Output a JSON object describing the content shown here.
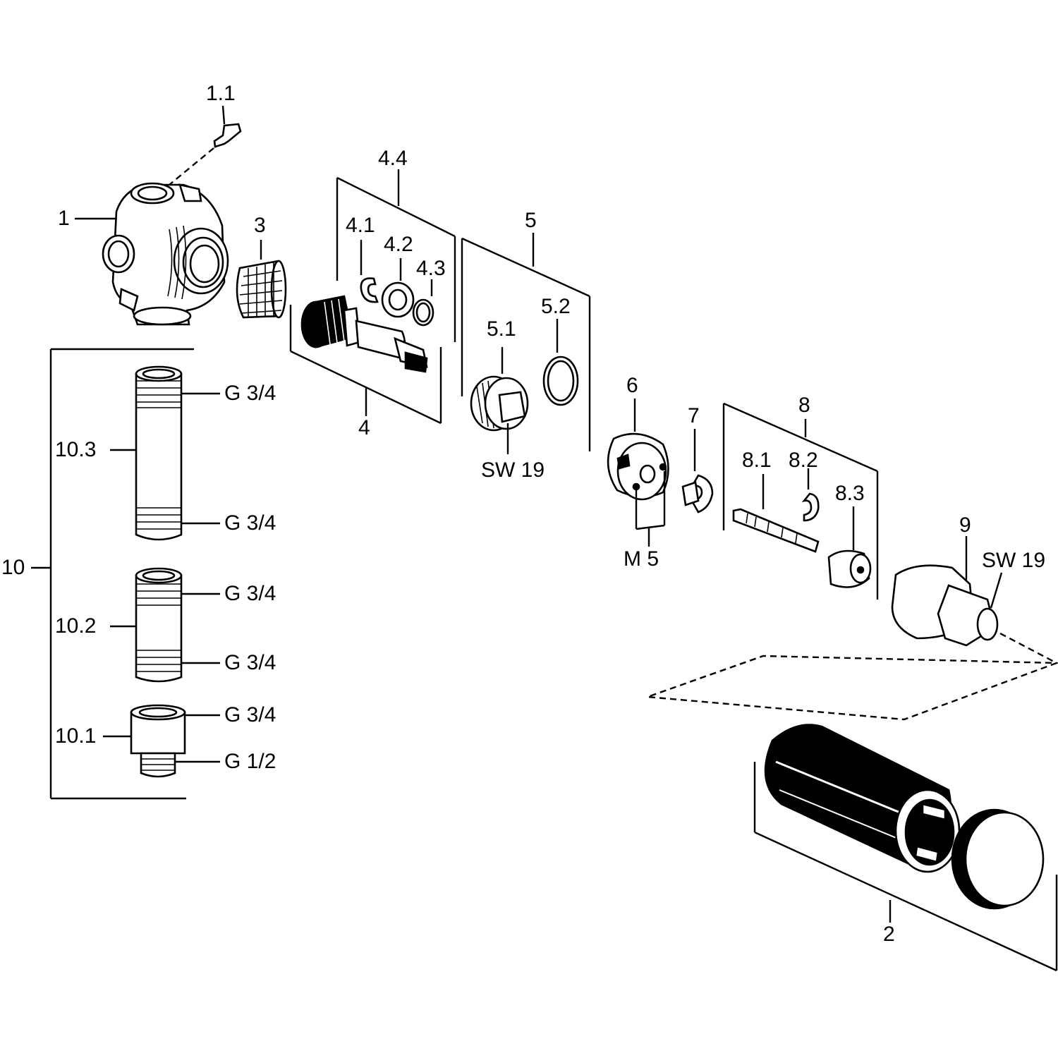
{
  "labels": {
    "l_1_1": "1.1",
    "l_1": "1",
    "l_3": "3",
    "l_4_4": "4.4",
    "l_4_1": "4.1",
    "l_4_2": "4.2",
    "l_4_3": "4.3",
    "l_4": "4",
    "l_5": "5",
    "l_5_1": "5.1",
    "l_5_2": "5.2",
    "l_sw19_a": "SW 19",
    "l_6": "6",
    "l_7": "7",
    "l_m5": "M 5",
    "l_8": "8",
    "l_8_1": "8.1",
    "l_8_2": "8.2",
    "l_8_3": "8.3",
    "l_9": "9",
    "l_sw19_b": "SW 19",
    "l_2": "2",
    "l_10": "10",
    "l_10_3": "10.3",
    "l_10_2": "10.2",
    "l_10_1": "10.1",
    "g_103_top": "G 3/4",
    "g_103_bot": "G 3/4",
    "g_102_top": "G 3/4",
    "g_102_bot": "G 3/4",
    "g_101_top": "G 3/4",
    "g_101_bot": "G 1/2"
  }
}
